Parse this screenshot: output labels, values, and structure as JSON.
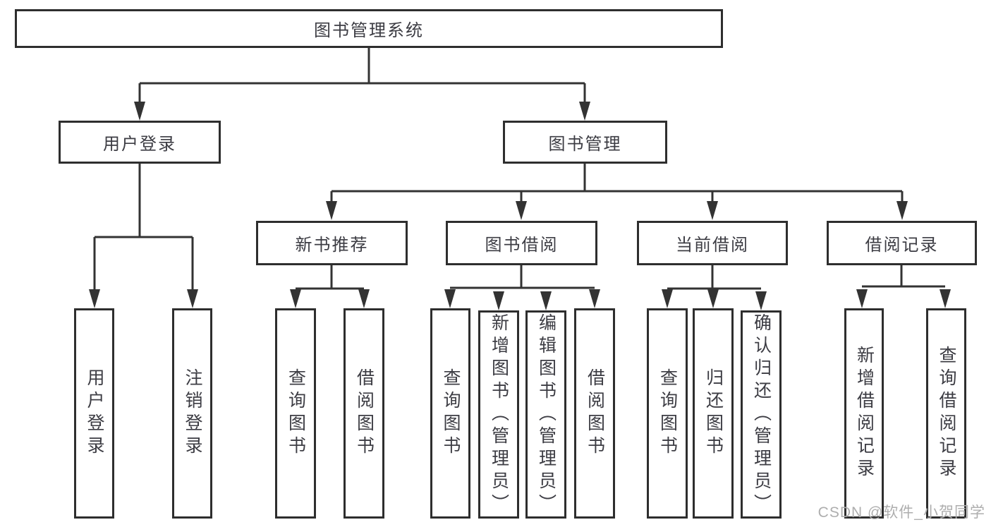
{
  "colors": {
    "background": "#ffffff",
    "line": "#333333",
    "box_border": "#2e2e2e",
    "text": "#3c3c43",
    "watermark_text": "#aeaeae"
  },
  "watermark": {
    "text": "CSDN @软件_小贺同学"
  },
  "tree": {
    "root": {
      "label": "图书管理系统",
      "children": [
        {
          "label": "用户登录",
          "children": [
            {
              "label": "用户登录"
            },
            {
              "label": "注销登录"
            }
          ]
        },
        {
          "label": "图书管理",
          "children": [
            {
              "label": "新书推荐",
              "children": [
                {
                  "label": "查询图书"
                },
                {
                  "label": "借阅图书"
                }
              ]
            },
            {
              "label": "图书借阅",
              "children": [
                {
                  "label": "查询图书"
                },
                {
                  "label": "新增图书（管理员）"
                },
                {
                  "label": "编辑图书（管理员）"
                },
                {
                  "label": "借阅图书"
                }
              ]
            },
            {
              "label": "当前借阅",
              "children": [
                {
                  "label": "查询图书"
                },
                {
                  "label": "归还图书"
                },
                {
                  "label": "确认归还（管理员）"
                }
              ]
            },
            {
              "label": "借阅记录",
              "children": [
                {
                  "label": "新增借阅记录"
                },
                {
                  "label": "查询借阅记录"
                }
              ]
            }
          ]
        }
      ]
    }
  }
}
